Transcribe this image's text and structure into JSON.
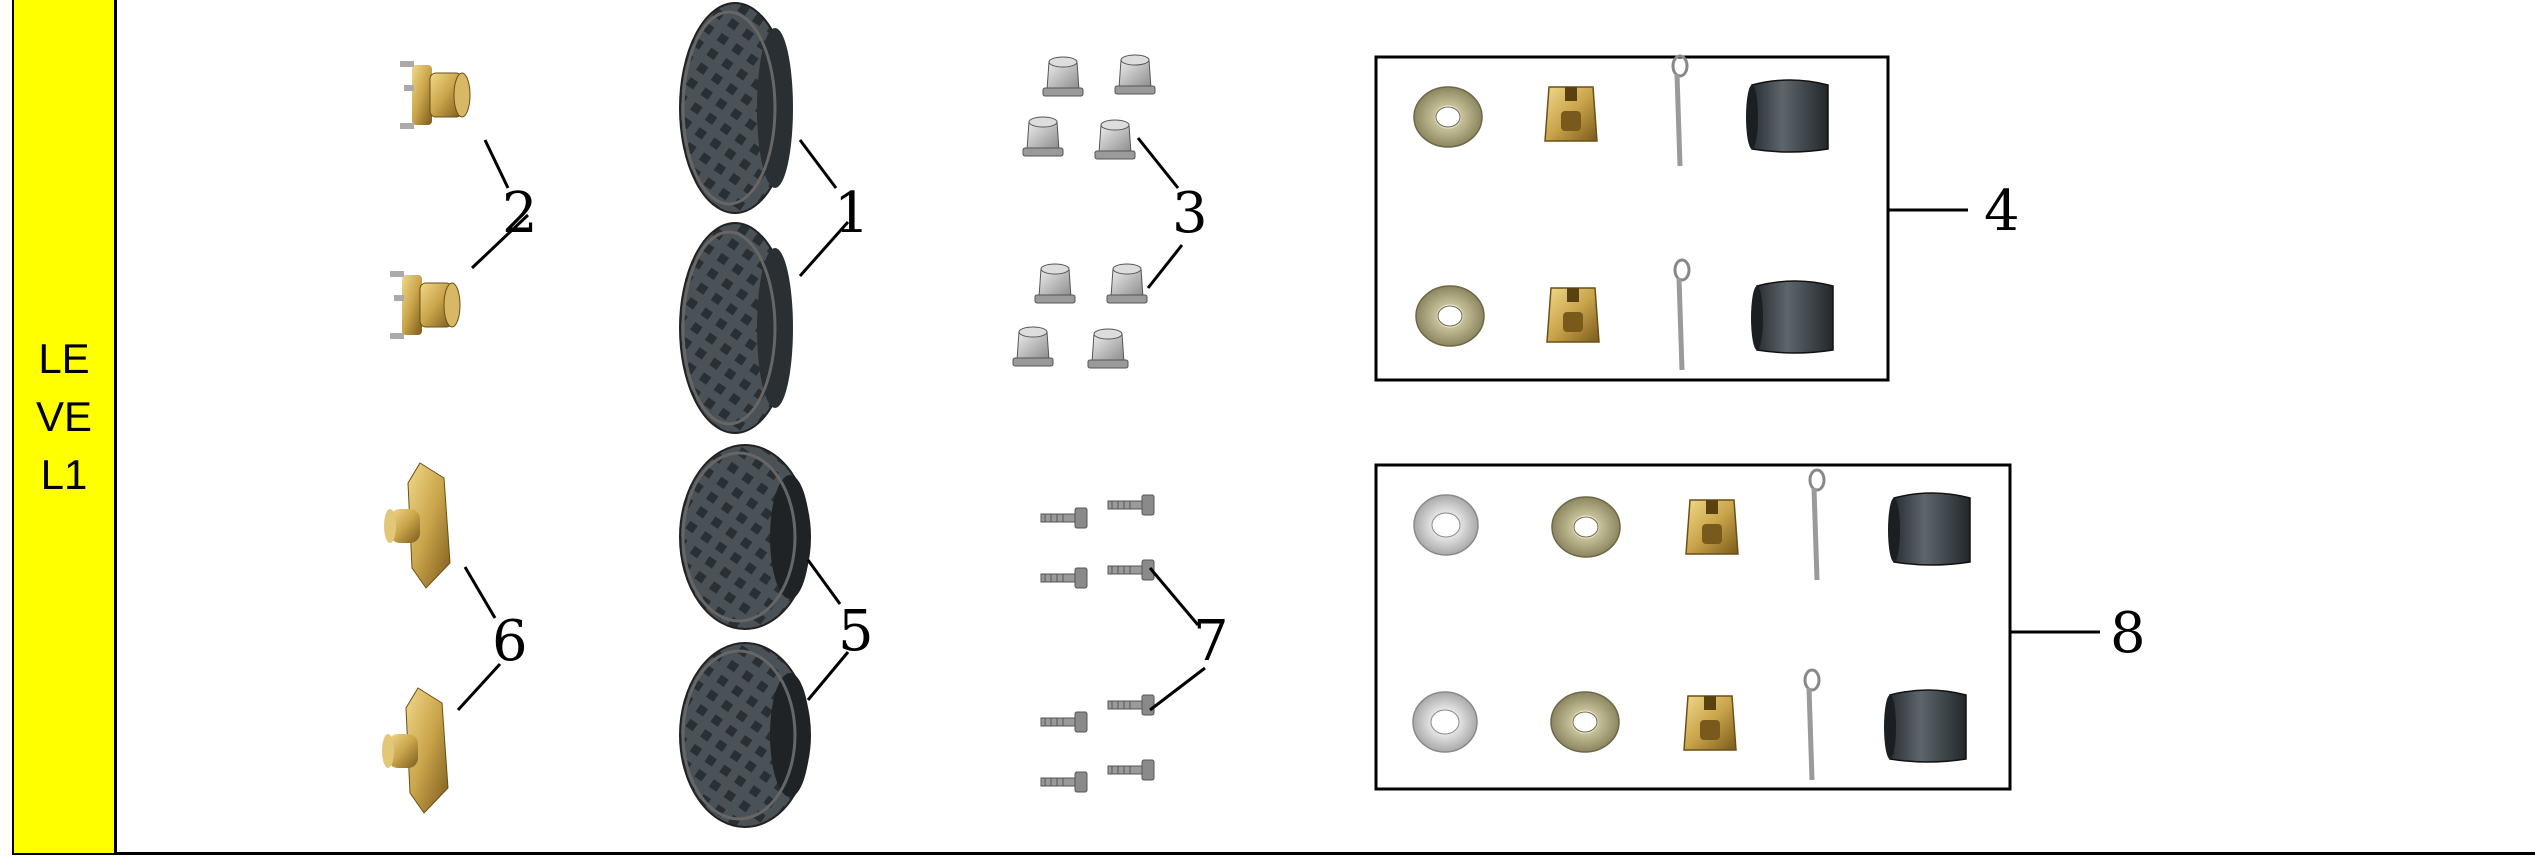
{
  "level_label_lines": [
    "LE",
    "VE",
    "L1"
  ],
  "callouts": {
    "c1": "1",
    "c2": "2",
    "c3": "3",
    "c4": "4",
    "c5": "5",
    "c6": "6",
    "c7": "7",
    "c8": "8"
  },
  "parts": [
    {
      "ref": "1",
      "icon": "tire-icon"
    },
    {
      "ref": "2",
      "icon": "wheel-hub-icon"
    },
    {
      "ref": "3",
      "icon": "cap-nut-icon"
    },
    {
      "ref": "4",
      "icon": "hub-hardware-kit-icon"
    },
    {
      "ref": "5",
      "icon": "tire-icon"
    },
    {
      "ref": "6",
      "icon": "flange-hub-icon"
    },
    {
      "ref": "7",
      "icon": "bolt-icon"
    },
    {
      "ref": "8",
      "icon": "hub-hardware-kit-icon"
    }
  ],
  "colors": {
    "level_bg": "#ffff00",
    "brass": "#c9a44a",
    "rubber": "#3e4448"
  }
}
